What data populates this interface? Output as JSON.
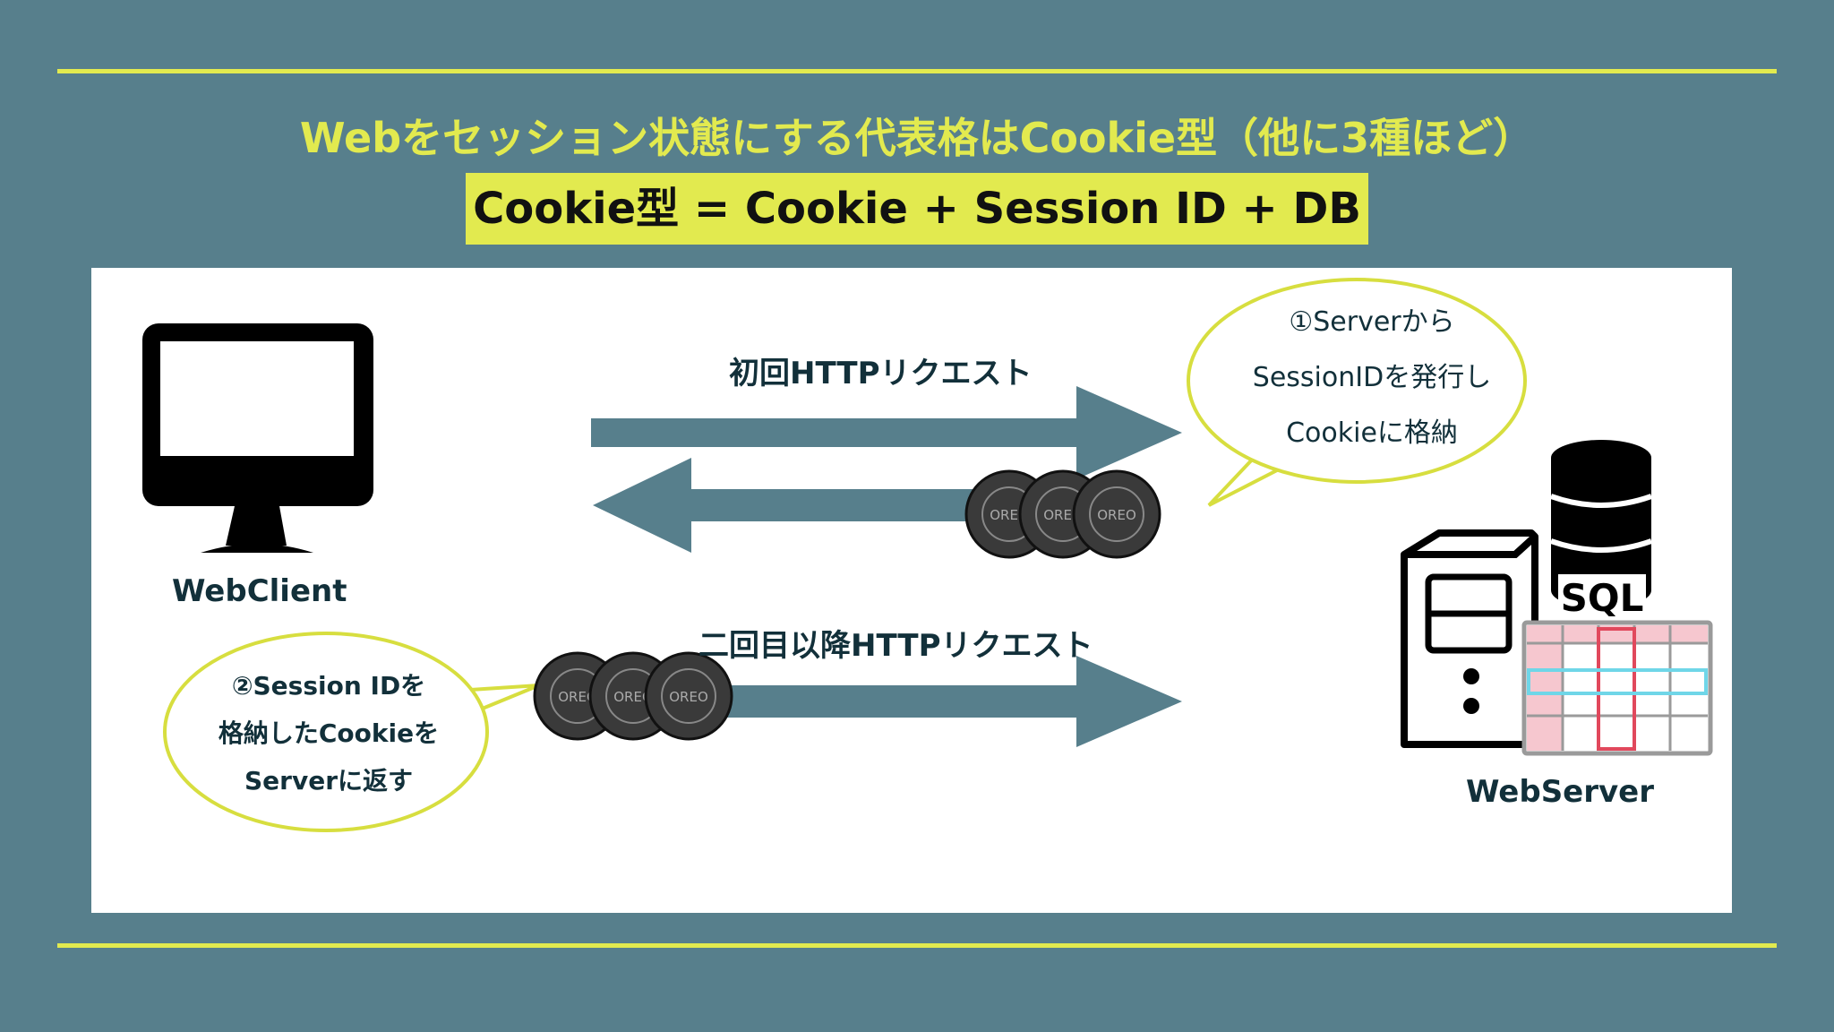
{
  "headline": "Webをセッション状態にする代表格はCookie型（他に3種ほど）",
  "formula": "Cookie型 = Cookie + Session ID + DB",
  "diagram": {
    "client_label": "WebClient",
    "server_label": "WebServer",
    "first_request_label": "初回HTTPリクエスト",
    "subsequent_request_label": "二回目以降HTTPリクエスト",
    "bubble_server": [
      "①Serverから",
      "SessionIDを発行し",
      "Cookieに格納"
    ],
    "bubble_client": [
      "②Session IDを",
      "格納したCookieを",
      "Serverに返す"
    ],
    "db_label": "SQL",
    "cookie_text": "OREO"
  },
  "colors": {
    "background": "#577f8c",
    "accent": "#e2ea4f",
    "arrow": "#577f8c",
    "text": "#12303a"
  }
}
